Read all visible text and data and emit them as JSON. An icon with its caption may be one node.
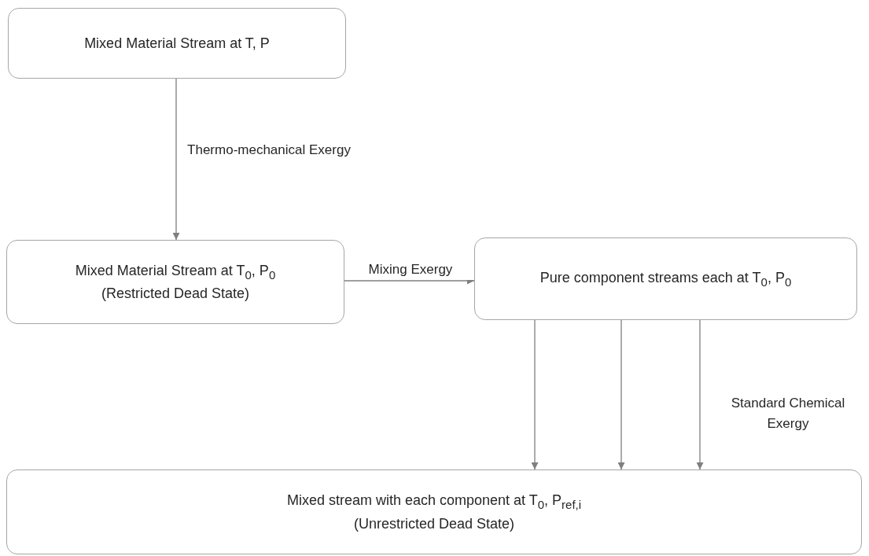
{
  "diagram": {
    "nodes": [
      {
        "text": [
          "Mixed Material Stream at T, P"
        ]
      },
      {
        "text": [
          "Mixed Material Stream at T$_{0}$, P$_{0}$",
          "(Restricted Dead State)"
        ]
      },
      {
        "text": [
          "Pure component streams each at T$_{0}$, P$_{0}$"
        ]
      },
      {
        "text": [
          "Mixed stream with each component at T$_{0}$, P$_{ref,i}$",
          "(Unrestricted Dead State)"
        ]
      }
    ],
    "edges": [
      {
        "from": 0,
        "to": 1,
        "arrow": "to",
        "label": "Thermo-mechanical Exergy"
      },
      {
        "from": 1,
        "to": 2,
        "arrow": "to",
        "label": "Mixing Exergy"
      },
      {
        "from": 2,
        "to": 3,
        "arrow": "to"
      },
      {
        "from": 2,
        "to": 3,
        "arrow": "to"
      },
      {
        "from": 2,
        "to": 3,
        "arrow": "to",
        "label": "Standard Chemical Exergy"
      }
    ]
  }
}
